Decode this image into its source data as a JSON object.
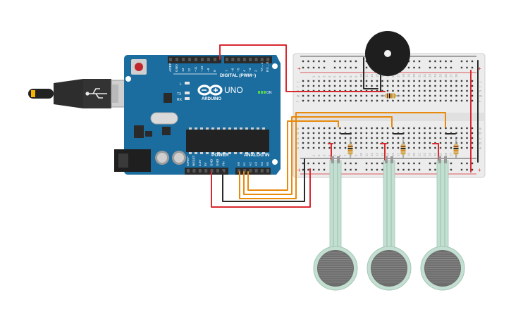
{
  "board": {
    "logo_text": "ARDUINO",
    "model": "UNO",
    "digital_header": "DIGITAL (PWM~)",
    "power_header": "POWER",
    "analog_header": "ANALOG IN",
    "led_l": "L",
    "led_tx": "TX",
    "led_rx": "RX",
    "on_label": "ON",
    "digital_pins": [
      "AREF",
      "GND",
      "13",
      "12",
      "~11",
      "~10",
      "~9",
      "8",
      "7",
      "~6",
      "~5",
      "4",
      "~3",
      "2",
      "TX→1",
      "RX←0"
    ],
    "power_pins": [
      "IOREF",
      "RESET",
      "3.3V",
      "5V",
      "GND",
      "GND",
      "Vin"
    ],
    "analog_pins": [
      "A0",
      "A1",
      "A2",
      "A3",
      "A4",
      "A5"
    ]
  },
  "breadboard": {
    "columns_left": [
      "1",
      "2",
      "3",
      "4",
      "5",
      "6",
      "7",
      "8",
      "9",
      "10",
      "11",
      "12",
      "13",
      "14"
    ],
    "columns_right": [
      "15",
      "16",
      "17",
      "18",
      "19",
      "20",
      "21",
      "22",
      "23",
      "24",
      "25",
      "26",
      "27",
      "28"
    ],
    "rows_top": [
      "j",
      "i",
      "h",
      "g",
      "f"
    ],
    "rows_bottom": [
      "e",
      "d",
      "c",
      "b",
      "a"
    ],
    "plus": "+",
    "minus": "−"
  },
  "colors": {
    "board": "#1b6c9f",
    "wire_red": "#d9282f",
    "wire_black": "#2a2a2a",
    "wire_orange": "#e88a0c",
    "breadboard": "#ececec",
    "fsr_strip": "#c3dfd2",
    "fsr_pad": "#6d6d6d"
  }
}
